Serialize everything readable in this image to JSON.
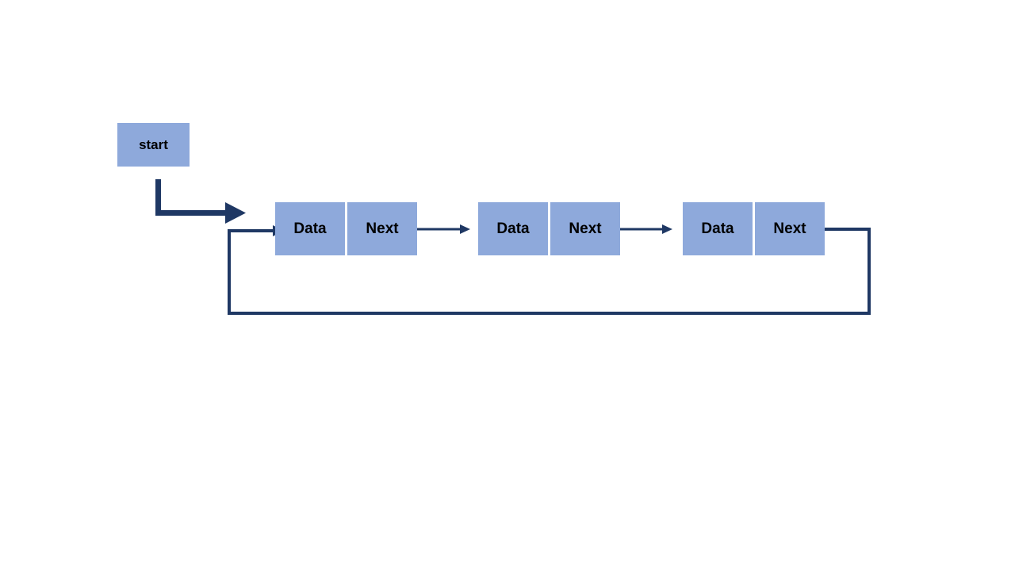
{
  "diagram": {
    "type": "circular-linked-list",
    "start": {
      "label": "start"
    },
    "nodes": [
      {
        "data_label": "Data",
        "next_label": "Next"
      },
      {
        "data_label": "Data",
        "next_label": "Next"
      },
      {
        "data_label": "Data",
        "next_label": "Next"
      }
    ],
    "colors": {
      "node_fill": "#8EA9DB",
      "connector": "#1F3864",
      "label_text": "#000000",
      "background": "#FFFFFF"
    }
  }
}
